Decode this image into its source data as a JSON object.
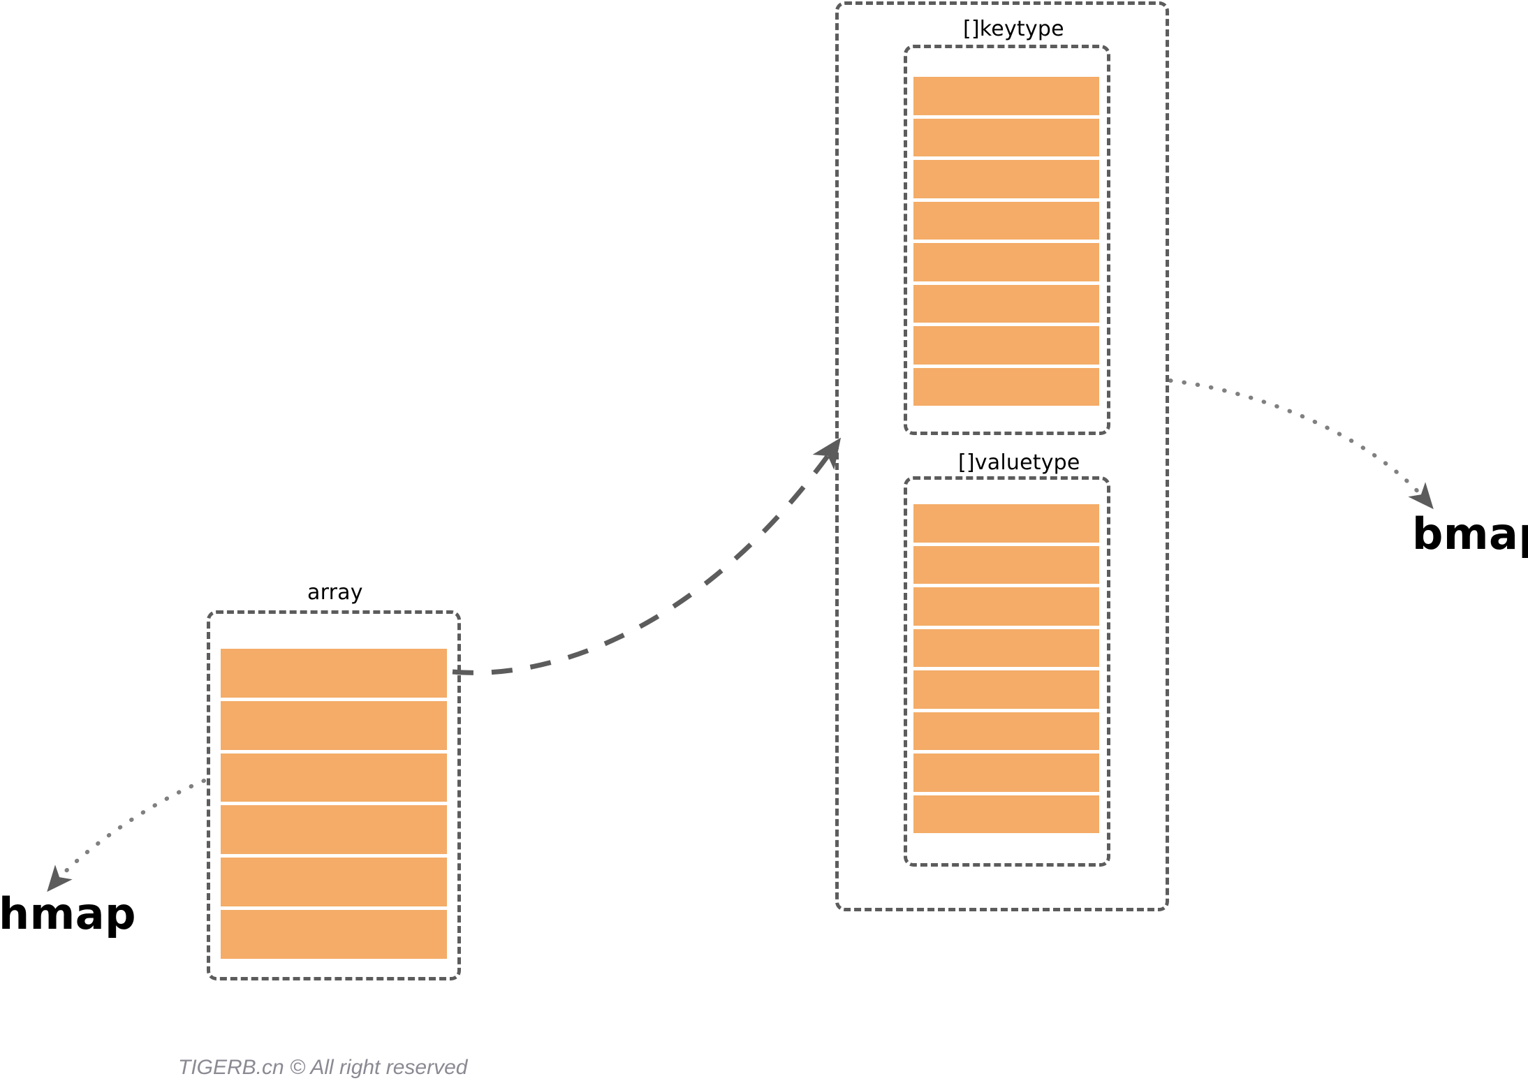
{
  "diagram": {
    "title_hmap": "hmap",
    "title_bmap": "bmap",
    "array_label": "array",
    "keytype_label": "[]keytype",
    "valuetype_label": "[]valuetype",
    "footer": "TIGERB.cn © All right reserved",
    "colors": {
      "slot_fill": "#f4ac68",
      "dash_stroke": "#5c5c5c",
      "label_text": "#000000",
      "footer_text": "#8a8a93",
      "background": "#ffffff"
    },
    "counts": {
      "array_slots": 6,
      "keytype_slots": 8,
      "valuetype_slots": 8
    },
    "arrows": [
      {
        "name": "hmap-pointer",
        "style": "dotted",
        "from": "array-box-left",
        "to": "hmap-label"
      },
      {
        "name": "array-to-bucket",
        "style": "dashed",
        "from": "array-slot-0-right",
        "to": "bmap-outer-box"
      },
      {
        "name": "bmap-pointer",
        "style": "dotted",
        "from": "bmap-outer-box-right",
        "to": "bmap-label"
      }
    ]
  }
}
